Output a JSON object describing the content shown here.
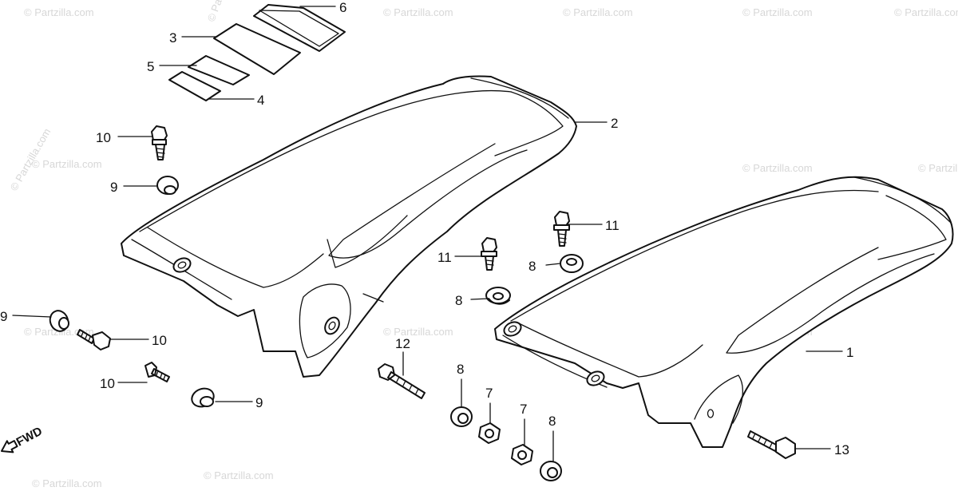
{
  "watermark": "© Partzilla.com",
  "watermark_partial": "© Pa",
  "direction_label": "FWD",
  "callouts": {
    "c1": "1",
    "c2": "2",
    "c3": "3",
    "c4": "4",
    "c5": "5",
    "c6": "6",
    "c7a": "7",
    "c7b": "7",
    "c8a": "8",
    "c8b": "8",
    "c8c": "8",
    "c8d": "8",
    "c9a": "9",
    "c9b": "9",
    "c9c": "9",
    "c10a": "10",
    "c10b": "10",
    "c10c": "10",
    "c11a": "11",
    "c11b": "11",
    "c12": "12",
    "c13": "13"
  },
  "colors": {
    "line": "#111111",
    "watermark": "#d7d7d7",
    "background": "#ffffff"
  }
}
